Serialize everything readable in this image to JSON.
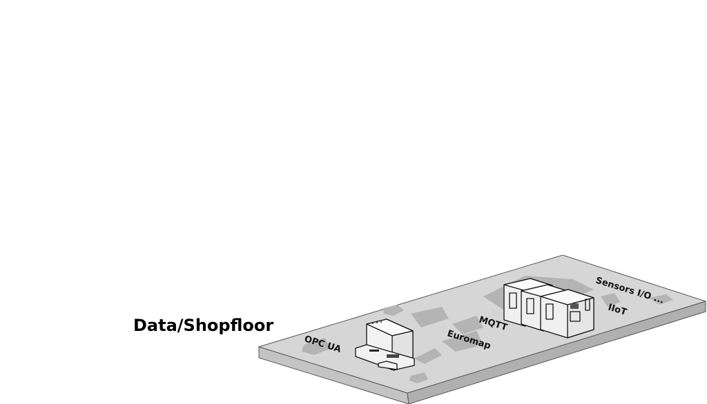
{
  "title": "Data/Shopfloor",
  "labels": {
    "opc_ua": "OPC UA",
    "euromap": "Euromap",
    "mqtt": "MQTT",
    "iiot": "IIoT",
    "sensors": "Sensors I/O ..."
  },
  "colors": {
    "platform_top": "#d4d4d4",
    "platform_side": "#bdbdbd",
    "shadow": "#b3b3b3"
  }
}
